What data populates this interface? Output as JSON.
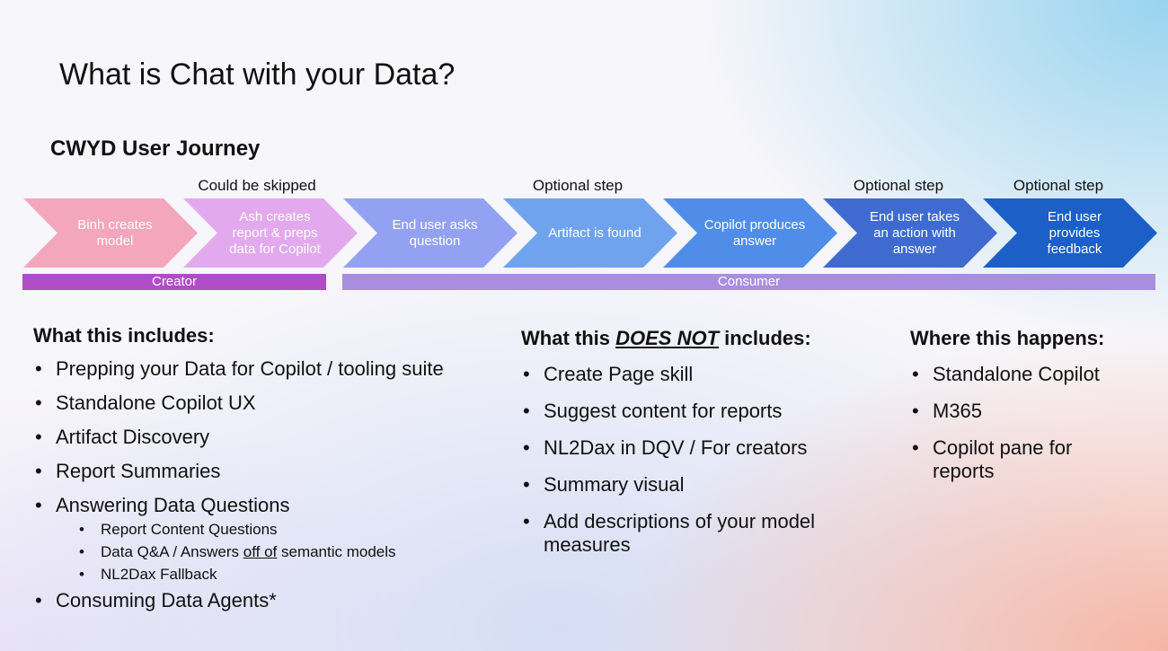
{
  "slide": {
    "title": "What is Chat with your Data?",
    "subtitle": "CWYD User Journey"
  },
  "journey": {
    "notes": [
      "Could be skipped",
      "Optional step",
      "Optional step",
      "Optional step"
    ],
    "steps": [
      {
        "label": "Binh creates model",
        "color": "#f4a6bd"
      },
      {
        "label": "Ash creates report & preps data for Copilot",
        "color": "#e3a9ee"
      },
      {
        "label": "End user asks question",
        "color": "#93a1f2"
      },
      {
        "label": "Artifact is found",
        "color": "#6fa3ee"
      },
      {
        "label": "Copilot produces answer",
        "color": "#4f8de9"
      },
      {
        "label": "End user takes an action with answer",
        "color": "#3f6bd0"
      },
      {
        "label": "End user provides feedback",
        "color": "#1b5fc7"
      }
    ],
    "creator_label": "Creator",
    "consumer_label": "Consumer"
  },
  "includes": {
    "heading": "What this includes:",
    "items": [
      "Prepping your Data for Copilot / tooling suite",
      "Standalone Copilot UX",
      "Artifact Discovery",
      "Report Summaries",
      "Answering Data Questions",
      "Consuming Data Agents*"
    ],
    "sub_items": [
      "Report Content Questions",
      "Data Q&A / Answers",
      "off of",
      "semantic models",
      "NL2Dax Fallback"
    ]
  },
  "excludes": {
    "heading_pre": "What this ",
    "heading_em": "DOES NOT",
    "heading_post": " includes:",
    "items": [
      "Create Page skill",
      "Suggest content for reports",
      "NL2Dax in DQV / For creators",
      "Summary visual",
      "Add descriptions of your model measures"
    ]
  },
  "where": {
    "heading": "Where this happens:",
    "items": [
      "Standalone Copilot",
      "M365",
      "Copilot pane for reports"
    ]
  }
}
